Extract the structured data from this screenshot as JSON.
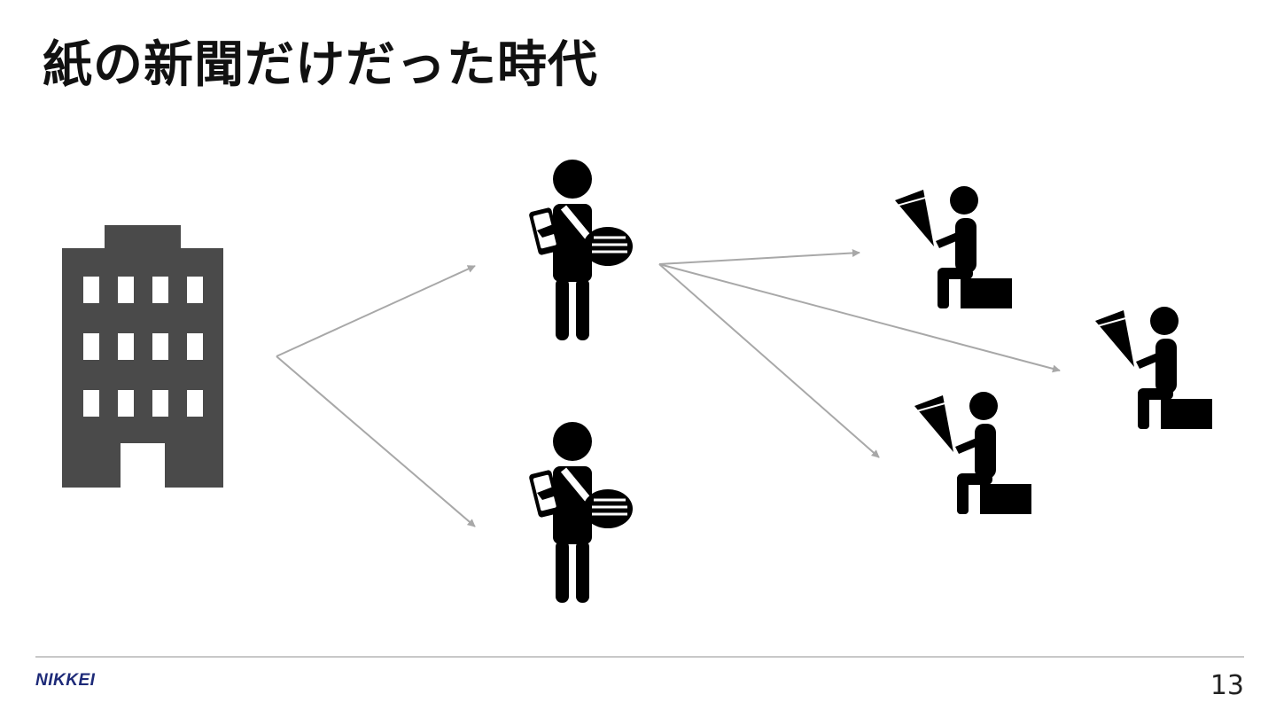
{
  "slide": {
    "title": "紙の新聞だけだった時代",
    "brand": "NIKKEI",
    "page_number": "13"
  },
  "colors": {
    "brand": "#1d2a78",
    "building": "#4a4a4a",
    "figure": "#000000",
    "arrow": "#a8a8a8"
  },
  "diagram": {
    "nodes": [
      {
        "id": "newspaper-company",
        "icon": "office-building-icon"
      },
      {
        "id": "carrier-1",
        "icon": "newspaper-carrier-icon"
      },
      {
        "id": "carrier-2",
        "icon": "newspaper-carrier-icon"
      },
      {
        "id": "reader-1",
        "icon": "seated-reader-icon"
      },
      {
        "id": "reader-2",
        "icon": "seated-reader-icon"
      },
      {
        "id": "reader-3",
        "icon": "seated-reader-icon"
      }
    ],
    "edges": [
      {
        "from": "newspaper-company",
        "to": "carrier-1"
      },
      {
        "from": "newspaper-company",
        "to": "carrier-2"
      },
      {
        "from": "carrier-1",
        "to": "reader-1"
      },
      {
        "from": "carrier-1",
        "to": "reader-2"
      },
      {
        "from": "carrier-1",
        "to": "reader-3"
      }
    ]
  }
}
